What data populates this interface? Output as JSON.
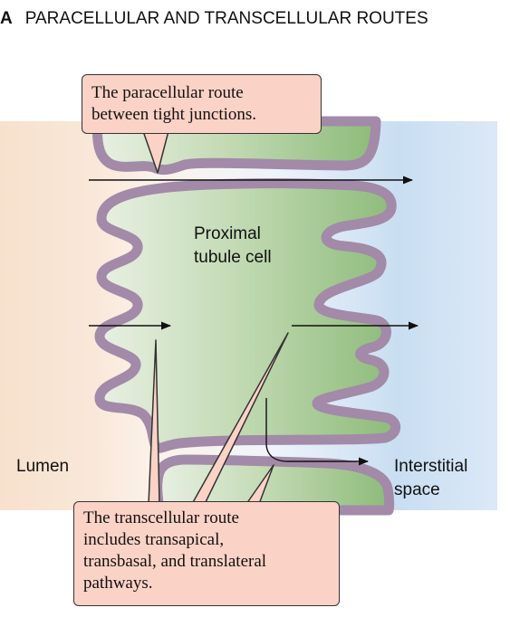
{
  "title": {
    "letter": "A",
    "text": "PARACELLULAR AND TRANSCELLULAR ROUTES"
  },
  "labels": {
    "cell": [
      "Proximal",
      "tubule cell"
    ],
    "lumen": "Lumen",
    "interstitial": [
      "Interstitial",
      "space"
    ]
  },
  "callouts": {
    "paracellular": [
      "The paracellular route",
      "between tight junctions."
    ],
    "transcellular": [
      "The transcellular route",
      "includes transapical,",
      "transbasal, and translateral",
      "pathways."
    ]
  },
  "colors": {
    "lumen": "#f6dcc6",
    "interstitial": "#cfe2f4",
    "cell_light": "#e4eede",
    "cell_dark": "#93bf80",
    "membrane": "#a28aa8",
    "callout_fill": "#fbd2c6"
  }
}
